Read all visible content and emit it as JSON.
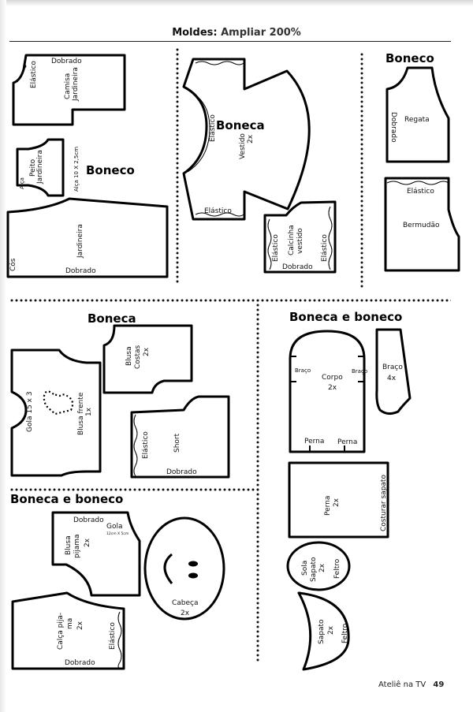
{
  "header": {
    "title_bold": "Moldes:",
    "title_rest": "Ampliar 200%"
  },
  "sections": {
    "boneco_top_left": {
      "title": "Boneco"
    },
    "boneca_top_middle": {
      "title": "Boneca"
    },
    "boneco_top_right": {
      "title": "Boneco"
    },
    "boneca_middle_left": {
      "title": "Boneca"
    },
    "boneca_e_boneco_right": {
      "title": "Boneca e boneco"
    },
    "boneca_e_boneco_bottom_left": {
      "title": "Boneca e boneco"
    }
  },
  "patterns": {
    "camisa_jardineira": {
      "name_line1": "Camisa",
      "name_line2": "Jardineira",
      "fold": "Dobrado",
      "elastic": "Elástico"
    },
    "peito_jardineira": {
      "name_line1": "Peito",
      "name_line2": "Jardineira",
      "strap": "Alça",
      "strap_size": "Alça 10 X 2,5cm"
    },
    "jardineira": {
      "name": "Jardineira",
      "waistband": "Cós",
      "fold": "Dobrado"
    },
    "vestido": {
      "name": "Vestido",
      "qty": "2x",
      "elastic_neck": "Elástico",
      "elastic_sleeve": "Elástico"
    },
    "calcinha_vestido": {
      "name_line1": "Calcinha",
      "name_line2": "vestido",
      "elastic_left": "Elástico",
      "elastic_right": "Elástico",
      "fold": "Dobrado"
    },
    "regata": {
      "name": "Regata",
      "fold": "Dobrado"
    },
    "bermudao": {
      "name": "Bermudão",
      "elastic": "Elástico"
    },
    "blusa_costas": {
      "name_line1": "Blusa",
      "name_line2": "Costas",
      "qty": "2x"
    },
    "blusa_frente": {
      "name": "Blusa frente",
      "qty": "1x",
      "collar": "Gola 15 x 3"
    },
    "short": {
      "name": "Short",
      "elastic": "Elástico",
      "fold": "Dobrado"
    },
    "corpo": {
      "name": "Corpo",
      "qty": "2x",
      "arm_left": "Braço",
      "arm_right": "Braço",
      "leg_left": "Perna",
      "leg_right": "Perna"
    },
    "braco": {
      "name": "Braço",
      "qty": "4x"
    },
    "perna": {
      "name": "Perna",
      "qty": "2x",
      "note": "Costurar sapato"
    },
    "sola_sapato": {
      "line1": "Sola",
      "line2": "Sapato",
      "qty": "2x",
      "material": "Feltro"
    },
    "sapato": {
      "name": "Sapato",
      "qty": "2x",
      "material": "Feltro"
    },
    "blusa_pijama": {
      "name_line1": "Blusa",
      "name_line2": "pijama",
      "qty": "2x",
      "fold": "Dobrado",
      "collar": "Gola",
      "collar_size": "12cm X 5cm"
    },
    "calca_pijama": {
      "name_line1": "Calça pija-",
      "name_line2": "ma",
      "qty": "2x",
      "elastic": "Elástico",
      "fold": "Dobrado"
    },
    "cabeca": {
      "name": "Cabeça",
      "qty": "2x"
    }
  },
  "footer": {
    "magazine": "Ateliê na TV",
    "page_number": "49"
  }
}
